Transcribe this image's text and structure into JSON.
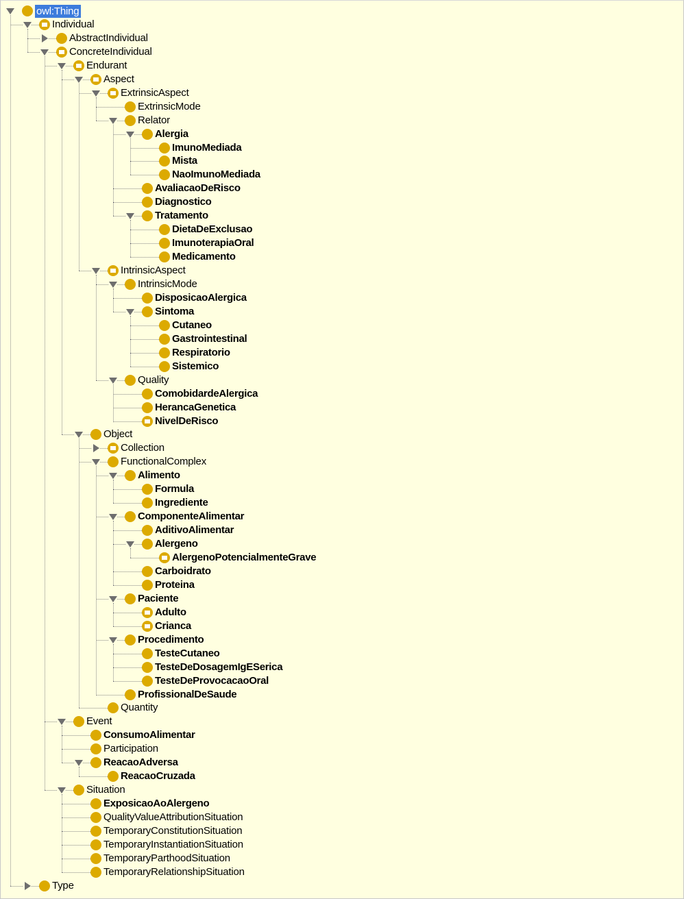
{
  "tree": [
    {
      "label": "owl:Thing",
      "depth": 0,
      "toggle": "expanded",
      "icon": "class-icon",
      "selected": true,
      "bold": false
    },
    {
      "label": "Individual",
      "depth": 1,
      "toggle": "expanded",
      "icon": "defined-class-icon",
      "bold": false
    },
    {
      "label": "AbstractIndividual",
      "depth": 2,
      "toggle": "collapsed",
      "icon": "class-icon",
      "bold": false
    },
    {
      "label": "ConcreteIndividual",
      "depth": 2,
      "toggle": "expanded",
      "icon": "defined-class-icon",
      "bold": false
    },
    {
      "label": "Endurant",
      "depth": 3,
      "toggle": "expanded",
      "icon": "defined-class-icon",
      "bold": false
    },
    {
      "label": "Aspect",
      "depth": 4,
      "toggle": "expanded",
      "icon": "defined-class-icon",
      "bold": false
    },
    {
      "label": "ExtrinsicAspect",
      "depth": 5,
      "toggle": "expanded",
      "icon": "defined-class-icon",
      "bold": false
    },
    {
      "label": "ExtrinsicMode",
      "depth": 6,
      "toggle": "none",
      "icon": "class-icon",
      "bold": false
    },
    {
      "label": "Relator",
      "depth": 6,
      "toggle": "expanded",
      "icon": "class-icon",
      "bold": false
    },
    {
      "label": "Alergia",
      "depth": 7,
      "toggle": "expanded",
      "icon": "class-icon",
      "bold": true
    },
    {
      "label": "ImunoMediada",
      "depth": 8,
      "toggle": "none",
      "icon": "class-icon",
      "bold": true
    },
    {
      "label": "Mista",
      "depth": 8,
      "toggle": "none",
      "icon": "class-icon",
      "bold": true
    },
    {
      "label": "NaoImunoMediada",
      "depth": 8,
      "toggle": "none",
      "icon": "class-icon",
      "bold": true
    },
    {
      "label": "AvaliacaoDeRisco",
      "depth": 7,
      "toggle": "none",
      "icon": "class-icon",
      "bold": true
    },
    {
      "label": "Diagnostico",
      "depth": 7,
      "toggle": "none",
      "icon": "class-icon",
      "bold": true
    },
    {
      "label": "Tratamento",
      "depth": 7,
      "toggle": "expanded",
      "icon": "class-icon",
      "bold": true
    },
    {
      "label": "DietaDeExclusao",
      "depth": 8,
      "toggle": "none",
      "icon": "class-icon",
      "bold": true
    },
    {
      "label": "ImunoterapiaOral",
      "depth": 8,
      "toggle": "none",
      "icon": "class-icon",
      "bold": true
    },
    {
      "label": "Medicamento",
      "depth": 8,
      "toggle": "none",
      "icon": "class-icon",
      "bold": true
    },
    {
      "label": "IntrinsicAspect",
      "depth": 5,
      "toggle": "expanded",
      "icon": "defined-class-icon",
      "bold": false
    },
    {
      "label": "IntrinsicMode",
      "depth": 6,
      "toggle": "expanded",
      "icon": "class-icon",
      "bold": false
    },
    {
      "label": "DisposicaoAlergica",
      "depth": 7,
      "toggle": "none",
      "icon": "class-icon",
      "bold": true
    },
    {
      "label": "Sintoma",
      "depth": 7,
      "toggle": "expanded",
      "icon": "class-icon",
      "bold": true
    },
    {
      "label": "Cutaneo",
      "depth": 8,
      "toggle": "none",
      "icon": "class-icon",
      "bold": true
    },
    {
      "label": "Gastrointestinal",
      "depth": 8,
      "toggle": "none",
      "icon": "class-icon",
      "bold": true
    },
    {
      "label": "Respiratorio",
      "depth": 8,
      "toggle": "none",
      "icon": "class-icon",
      "bold": true
    },
    {
      "label": "Sistemico",
      "depth": 8,
      "toggle": "none",
      "icon": "class-icon",
      "bold": true
    },
    {
      "label": "Quality",
      "depth": 6,
      "toggle": "expanded",
      "icon": "class-icon",
      "bold": false
    },
    {
      "label": "ComobidardeAlergica",
      "depth": 7,
      "toggle": "none",
      "icon": "class-icon",
      "bold": true
    },
    {
      "label": "HerancaGenetica",
      "depth": 7,
      "toggle": "none",
      "icon": "class-icon",
      "bold": true
    },
    {
      "label": "NivelDeRisco",
      "depth": 7,
      "toggle": "none",
      "icon": "defined-class-icon",
      "bold": true
    },
    {
      "label": "Object",
      "depth": 4,
      "toggle": "expanded",
      "icon": "class-icon",
      "bold": false
    },
    {
      "label": "Collection",
      "depth": 5,
      "toggle": "collapsed",
      "icon": "defined-class-icon",
      "bold": false
    },
    {
      "label": "FunctionalComplex",
      "depth": 5,
      "toggle": "expanded",
      "icon": "class-icon",
      "bold": false
    },
    {
      "label": "Alimento",
      "depth": 6,
      "toggle": "expanded",
      "icon": "class-icon",
      "bold": true
    },
    {
      "label": "Formula",
      "depth": 7,
      "toggle": "none",
      "icon": "class-icon",
      "bold": true
    },
    {
      "label": "Ingrediente",
      "depth": 7,
      "toggle": "none",
      "icon": "class-icon",
      "bold": true
    },
    {
      "label": "ComponenteAlimentar",
      "depth": 6,
      "toggle": "expanded",
      "icon": "class-icon",
      "bold": true
    },
    {
      "label": "AditivoAlimentar",
      "depth": 7,
      "toggle": "none",
      "icon": "class-icon",
      "bold": true
    },
    {
      "label": "Alergeno",
      "depth": 7,
      "toggle": "expanded",
      "icon": "class-icon",
      "bold": true
    },
    {
      "label": "AlergenoPotencialmenteGrave",
      "depth": 8,
      "toggle": "none",
      "icon": "defined-class-icon",
      "bold": true
    },
    {
      "label": "Carboidrato",
      "depth": 7,
      "toggle": "none",
      "icon": "class-icon",
      "bold": true
    },
    {
      "label": "Proteina",
      "depth": 7,
      "toggle": "none",
      "icon": "class-icon",
      "bold": true
    },
    {
      "label": "Paciente",
      "depth": 6,
      "toggle": "expanded",
      "icon": "class-icon",
      "bold": true
    },
    {
      "label": "Adulto",
      "depth": 7,
      "toggle": "none",
      "icon": "defined-class-icon",
      "bold": true
    },
    {
      "label": "Crianca",
      "depth": 7,
      "toggle": "none",
      "icon": "defined-class-icon",
      "bold": true
    },
    {
      "label": "Procedimento",
      "depth": 6,
      "toggle": "expanded",
      "icon": "class-icon",
      "bold": true
    },
    {
      "label": "TesteCutaneo",
      "depth": 7,
      "toggle": "none",
      "icon": "class-icon",
      "bold": true
    },
    {
      "label": "TesteDeDosagemIgESerica",
      "depth": 7,
      "toggle": "none",
      "icon": "class-icon",
      "bold": true
    },
    {
      "label": "TesteDeProvocacaoOral",
      "depth": 7,
      "toggle": "none",
      "icon": "class-icon",
      "bold": true
    },
    {
      "label": "ProfissionalDeSaude",
      "depth": 6,
      "toggle": "none",
      "icon": "class-icon",
      "bold": true
    },
    {
      "label": "Quantity",
      "depth": 5,
      "toggle": "none",
      "icon": "class-icon",
      "bold": false
    },
    {
      "label": "Event",
      "depth": 3,
      "toggle": "expanded",
      "icon": "class-icon",
      "bold": false
    },
    {
      "label": "ConsumoAlimentar",
      "depth": 4,
      "toggle": "none",
      "icon": "class-icon",
      "bold": true
    },
    {
      "label": "Participation",
      "depth": 4,
      "toggle": "none",
      "icon": "class-icon",
      "bold": false
    },
    {
      "label": "ReacaoAdversa",
      "depth": 4,
      "toggle": "expanded",
      "icon": "class-icon",
      "bold": true
    },
    {
      "label": "ReacaoCruzada",
      "depth": 5,
      "toggle": "none",
      "icon": "class-icon",
      "bold": true
    },
    {
      "label": "Situation",
      "depth": 3,
      "toggle": "expanded",
      "icon": "class-icon",
      "bold": false
    },
    {
      "label": "ExposicaoAoAlergeno",
      "depth": 4,
      "toggle": "none",
      "icon": "class-icon",
      "bold": true
    },
    {
      "label": "QualityValueAttributionSituation",
      "depth": 4,
      "toggle": "none",
      "icon": "class-icon",
      "bold": false
    },
    {
      "label": "TemporaryConstitutionSituation",
      "depth": 4,
      "toggle": "none",
      "icon": "class-icon",
      "bold": false
    },
    {
      "label": "TemporaryInstantiationSituation",
      "depth": 4,
      "toggle": "none",
      "icon": "class-icon",
      "bold": false
    },
    {
      "label": "TemporaryParthoodSituation",
      "depth": 4,
      "toggle": "none",
      "icon": "class-icon",
      "bold": false
    },
    {
      "label": "TemporaryRelationshipSituation",
      "depth": 4,
      "toggle": "none",
      "icon": "class-icon",
      "bold": false
    },
    {
      "label": "Type",
      "depth": 1,
      "toggle": "collapsed",
      "icon": "class-icon",
      "bold": false
    }
  ],
  "colors": {
    "background": "#ffffe0",
    "class_icon": "#dcaa00",
    "selection": "#3d7cdc",
    "connector": "#8a8a8a"
  }
}
